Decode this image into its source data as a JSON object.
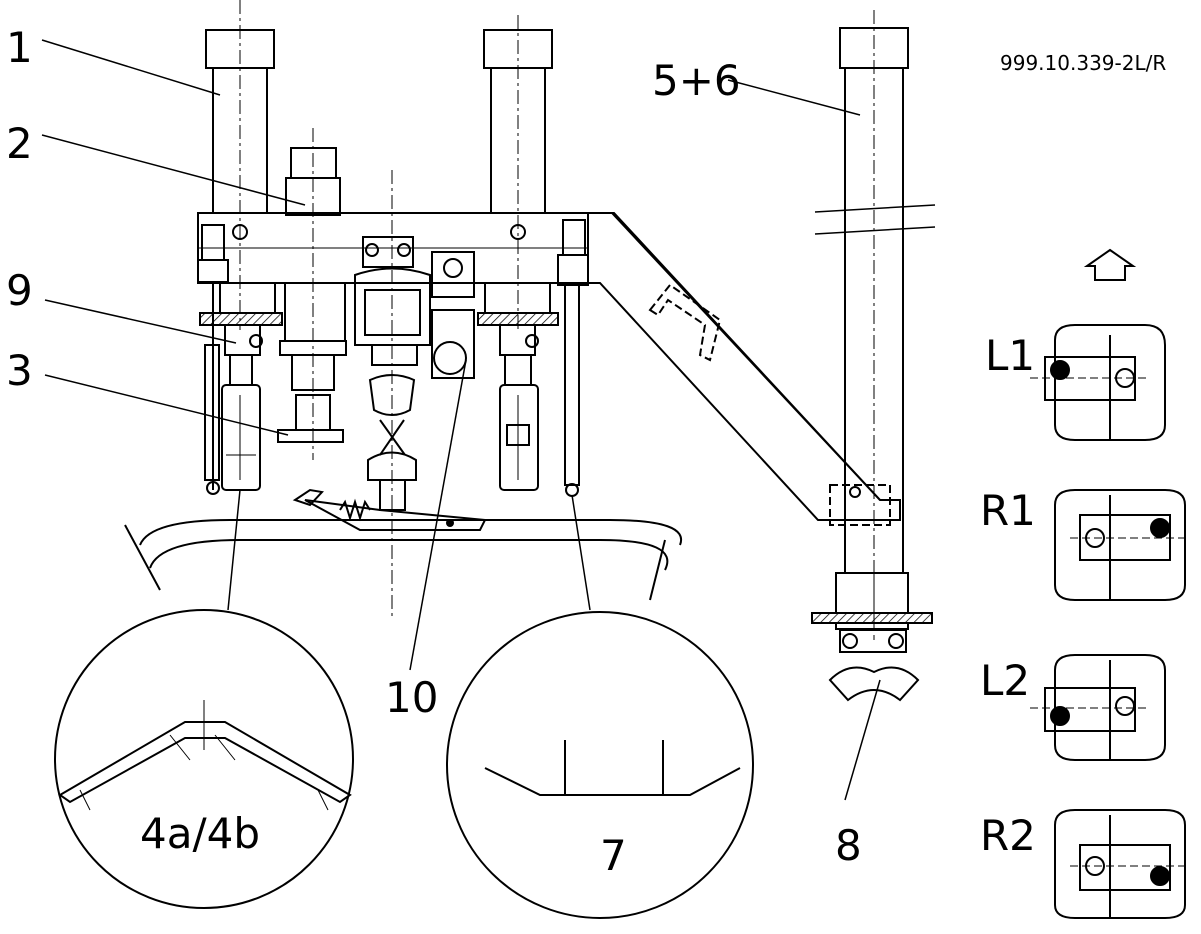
{
  "drawing_code": "999.10.339-2L/R",
  "callouts": {
    "c1": "1",
    "c2": "2",
    "c3": "3",
    "c9": "9",
    "c10": "10",
    "c56": "5+6",
    "c4": "4a/4b",
    "c7": "7",
    "c8": "8"
  },
  "orientation": {
    "l1": "L1",
    "r1": "R1",
    "l2": "L2",
    "r2": "R2"
  },
  "colors": {
    "line": "#000000",
    "background": "#ffffff"
  }
}
